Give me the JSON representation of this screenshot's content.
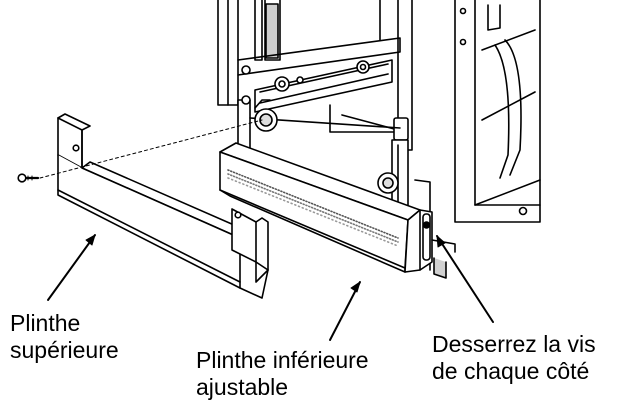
{
  "labels": {
    "upper_plinth": {
      "line1": "Plinthe",
      "line2": "supérieure"
    },
    "lower_plinth": {
      "line1": "Plinthe inférieure",
      "line2": "ajustable"
    },
    "loosen_screw": {
      "line1": "Desserrez la vis",
      "line2": "de chaque côté"
    }
  },
  "colors": {
    "line": "#000000",
    "fill": "#ffffff",
    "shade": "#d9d9d9",
    "dark_shade": "#9a9a9a"
  }
}
